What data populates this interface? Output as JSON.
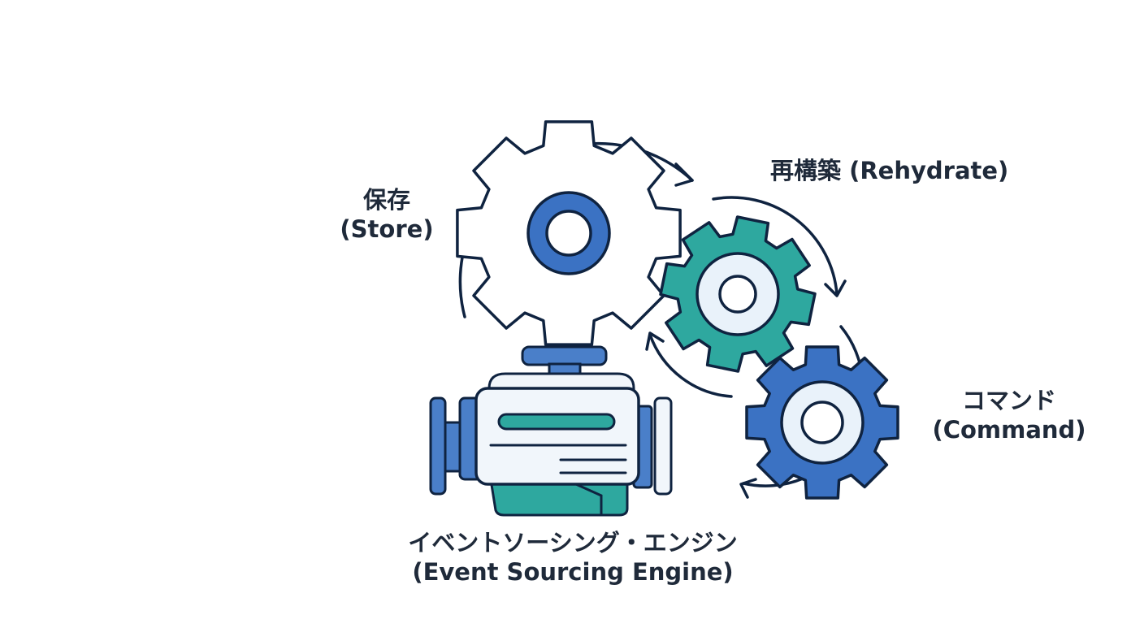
{
  "labels": {
    "store": {
      "jp": "保存",
      "en": "(Store)"
    },
    "rehydrate": {
      "text": "再構築 (Rehydrate)"
    },
    "command": {
      "jp": "コマンド",
      "en": "(Command)"
    },
    "engine": {
      "jp": "イベントソーシング・エンジン",
      "en": "(Event Sourcing Engine)"
    }
  },
  "colors": {
    "outline": "#0f2340",
    "gear_white": "#ffffff",
    "gear_teal": "#2ea89f",
    "gear_blue": "#3b72c3",
    "hub_light": "#e9f2fa",
    "engine_blue": "#4a7fc9",
    "engine_light": "#f1f6fb",
    "engine_teal": "#2ea89f"
  },
  "icons": [
    "gear-icon",
    "engine-icon",
    "cycle-arrow-icon"
  ]
}
